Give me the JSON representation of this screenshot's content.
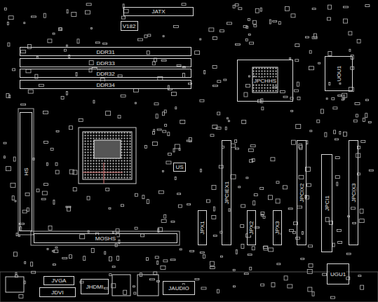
{
  "diagram": {
    "nodes": [
      {
        "text": [
          "JATX"
        ]
      },
      {
        "text": [
          "V182"
        ]
      },
      {
        "text": [
          "DDR31"
        ]
      },
      {
        "text": [
          "DDR33"
        ]
      },
      {
        "text": [
          "DDR32"
        ]
      },
      {
        "text": [
          "DDR34"
        ]
      },
      {
        "text": [
          "JPCHHS"
        ]
      },
      {
        "text": [
          "UOU1"
        ]
      },
      {
        "text": [
          "HS"
        ]
      },
      {
        "text": [
          "US"
        ]
      },
      {
        "text": [
          "MOSHS"
        ]
      },
      {
        "text": [
          "JPCIEX1"
        ]
      },
      {
        "text": [
          "JPX1"
        ]
      },
      {
        "text": [
          "JPX2"
        ]
      },
      {
        "text": [
          "JPX3"
        ]
      },
      {
        "text": [
          "JPCIX2"
        ]
      },
      {
        "text": [
          "JPCI1"
        ]
      },
      {
        "text": [
          "JPCIX3"
        ]
      },
      {
        "text": [
          "JVGA"
        ]
      },
      {
        "text": [
          "JDVI"
        ]
      },
      {
        "text": [
          "JHDMI"
        ]
      },
      {
        "text": [
          "JAUDIO"
        ]
      },
      {
        "text": [
          "UGU1"
        ]
      }
    ]
  }
}
